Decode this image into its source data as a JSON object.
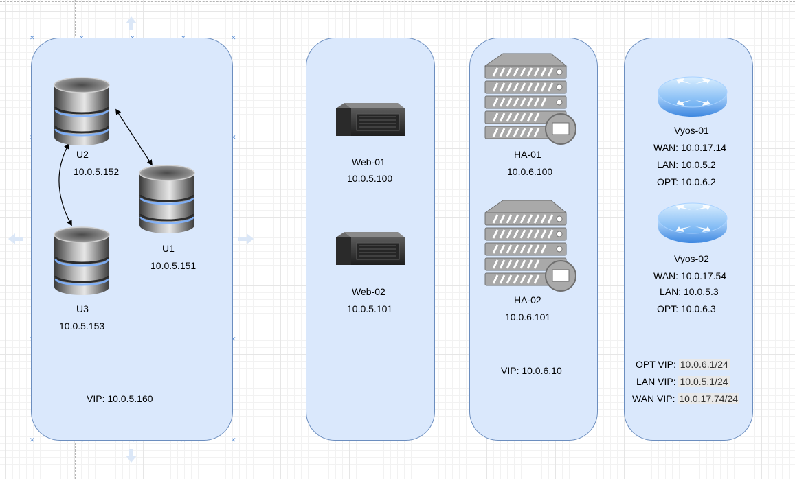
{
  "colors": {
    "panel_fill": "#dae8fc",
    "panel_stroke": "#6c8ebf",
    "selection_handles": "#5b8fd6"
  },
  "icons": {
    "database": "database-icon",
    "rack_server": "rack-server-icon",
    "ha_server": "ha-server-icon",
    "router": "router-icon"
  },
  "db_cluster": {
    "nodes": [
      {
        "name": "U2",
        "ip": "10.0.5.152"
      },
      {
        "name": "U1",
        "ip": "10.0.5.151"
      },
      {
        "name": "U3",
        "ip": "10.0.5.153"
      }
    ],
    "vip": "VIP:  10.0.5.160"
  },
  "web_cluster": {
    "nodes": [
      {
        "name": "Web-01",
        "ip": "10.0.5.100"
      },
      {
        "name": "Web-02",
        "ip": "10.0.5.101"
      }
    ]
  },
  "ha_cluster": {
    "nodes": [
      {
        "name": "HA-01",
        "ip": "10.0.6.100"
      },
      {
        "name": "HA-02",
        "ip": "10.0.6.101"
      }
    ],
    "vip": "VIP: 10.0.6.10"
  },
  "router_cluster": {
    "routers": [
      {
        "name": "Vyos-01",
        "wan": "WAN: 10.0.17.14",
        "lan": "LAN: 10.0.5.2",
        "opt": "OPT: 10.0.6.2"
      },
      {
        "name": "Vyos-02",
        "wan": "WAN: 10.0.17.54",
        "lan": "LAN: 10.0.5.3",
        "opt": "OPT: 10.0.6.3"
      }
    ],
    "vips": [
      {
        "label": "OPT VIP:",
        "value": "10.0.6.1/24"
      },
      {
        "label": "LAN VIP:",
        "value": "10.0.5.1/24"
      },
      {
        "label": "WAN VIP:",
        "value": "10.0.17.74/24"
      }
    ]
  }
}
